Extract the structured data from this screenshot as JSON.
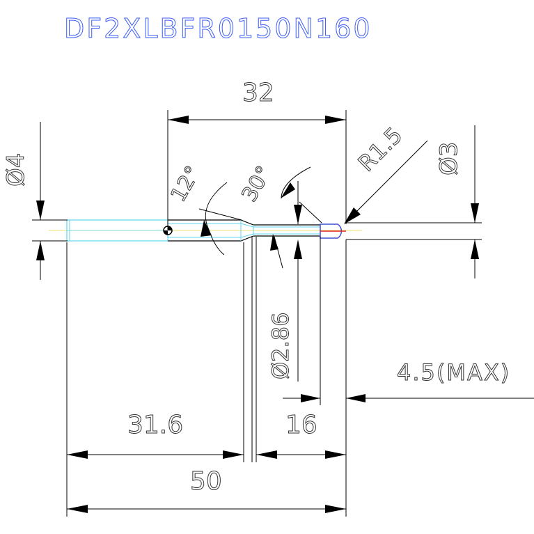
{
  "title": "DF2XLBFR0150N160",
  "dimensions": {
    "top_length": "32",
    "shank_diameter": "Ø4",
    "angle_12": "12°",
    "angle_30": "30°",
    "ball_radius": "R1.5",
    "ball_diameter": "Ø3",
    "neck_diameter": "Ø2.86",
    "neck_max": "4.5(MAX)",
    "left_length": "31.6",
    "neck_length": "16",
    "overall_length": "50"
  },
  "colors": {
    "title": "#3a5cf5",
    "outline_cyan": "#5fd6f0",
    "center_yellow": "#e8e070",
    "tip_blue": "#3b4fd6",
    "tip_red": "#e02020"
  }
}
